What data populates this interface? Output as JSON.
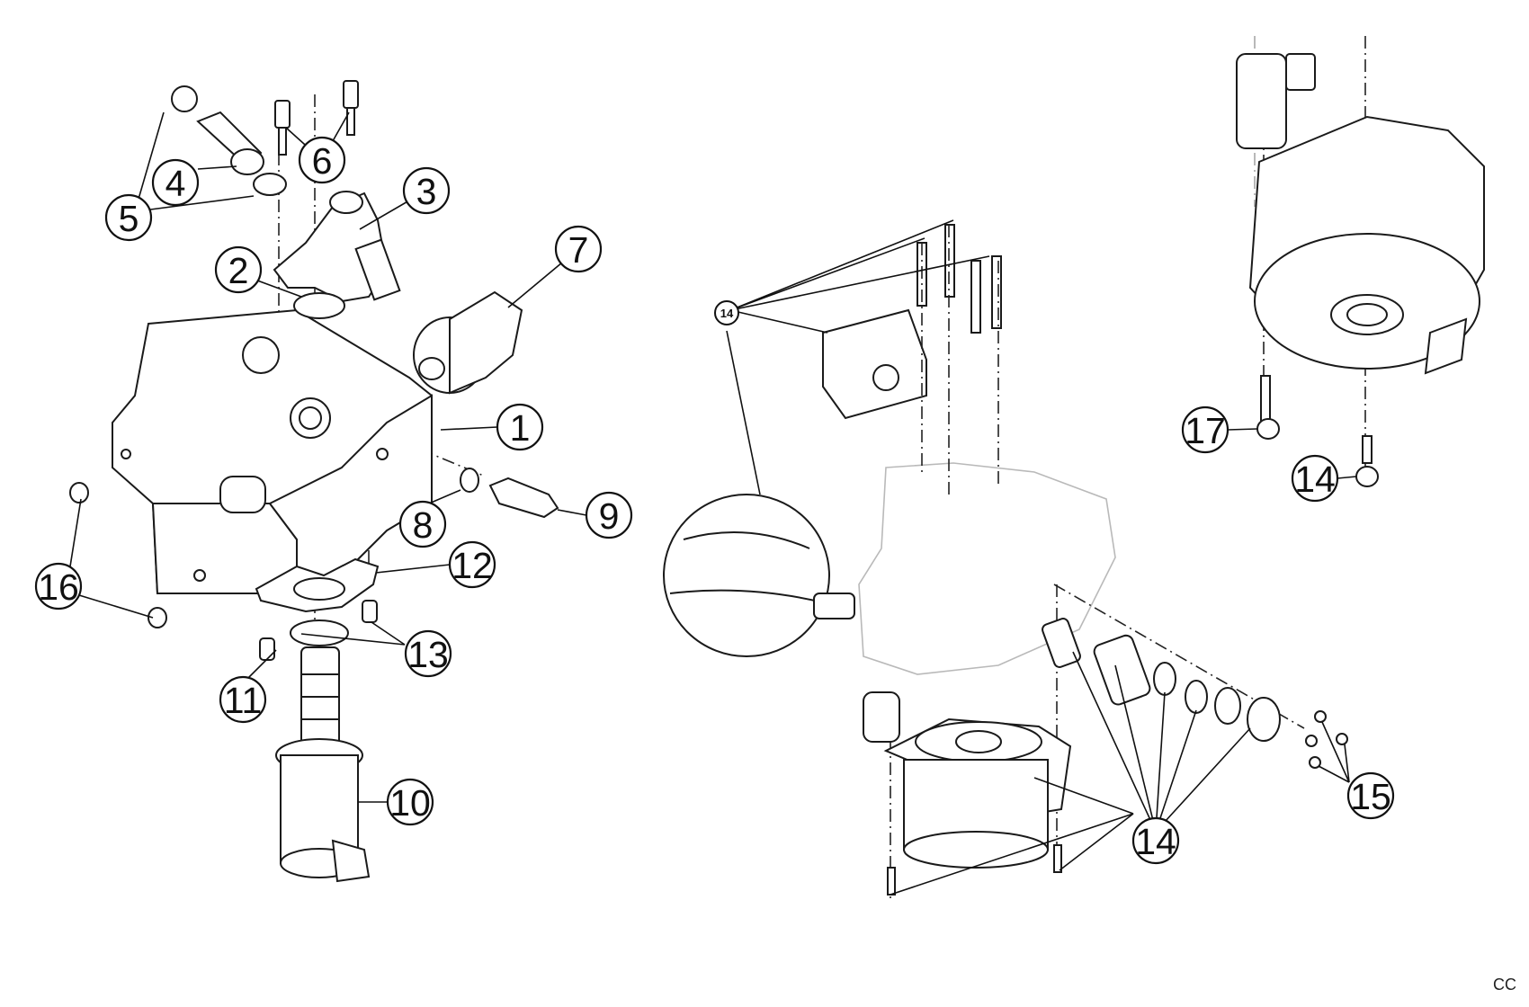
{
  "diagram": {
    "callouts": [
      {
        "id": "c1",
        "label": "1"
      },
      {
        "id": "c2",
        "label": "2"
      },
      {
        "id": "c3",
        "label": "3"
      },
      {
        "id": "c4",
        "label": "4"
      },
      {
        "id": "c5",
        "label": "5"
      },
      {
        "id": "c6",
        "label": "6"
      },
      {
        "id": "c7",
        "label": "7"
      },
      {
        "id": "c8",
        "label": "8"
      },
      {
        "id": "c9",
        "label": "9"
      },
      {
        "id": "c10",
        "label": "10"
      },
      {
        "id": "c11",
        "label": "11"
      },
      {
        "id": "c12",
        "label": "12"
      },
      {
        "id": "c13",
        "label": "13"
      },
      {
        "id": "c14a",
        "label": "14"
      },
      {
        "id": "c14b",
        "label": "14"
      },
      {
        "id": "c14c",
        "label": "14"
      },
      {
        "id": "c15",
        "label": "15"
      },
      {
        "id": "c16",
        "label": "16"
      },
      {
        "id": "c17",
        "label": "17"
      }
    ],
    "corner_label": "CC"
  }
}
